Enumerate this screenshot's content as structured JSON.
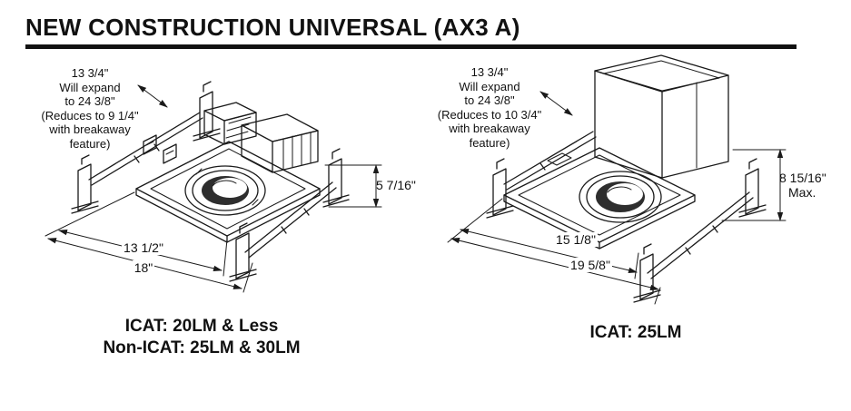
{
  "title": "NEW CONSTRUCTION UNIVERSAL (AX3 A)",
  "left": {
    "note": [
      "13 3/4\"",
      "Will expand",
      "to 24 3/8\"",
      "(Reduces to 9 1/4\"",
      "with breakaway",
      "feature)"
    ],
    "height_dim": "5 7/16\"",
    "width_inner_dim": "13 1/2\"",
    "width_outer_dim": "18\"",
    "caption_line1": "ICAT: 20LM & Less",
    "caption_line2": "Non-ICAT: 25LM & 30LM"
  },
  "right": {
    "note": [
      "13 3/4\"",
      "Will expand",
      "to 24 3/8\"",
      "(Reduces to 10 3/4\"",
      "with breakaway",
      "feature)"
    ],
    "height_dim": "8 15/16\"",
    "height_dim_suffix": "Max.",
    "width_inner_dim": "15 1/8\"",
    "width_outer_dim": "19 5/8\"",
    "caption": "ICAT: 25LM"
  }
}
